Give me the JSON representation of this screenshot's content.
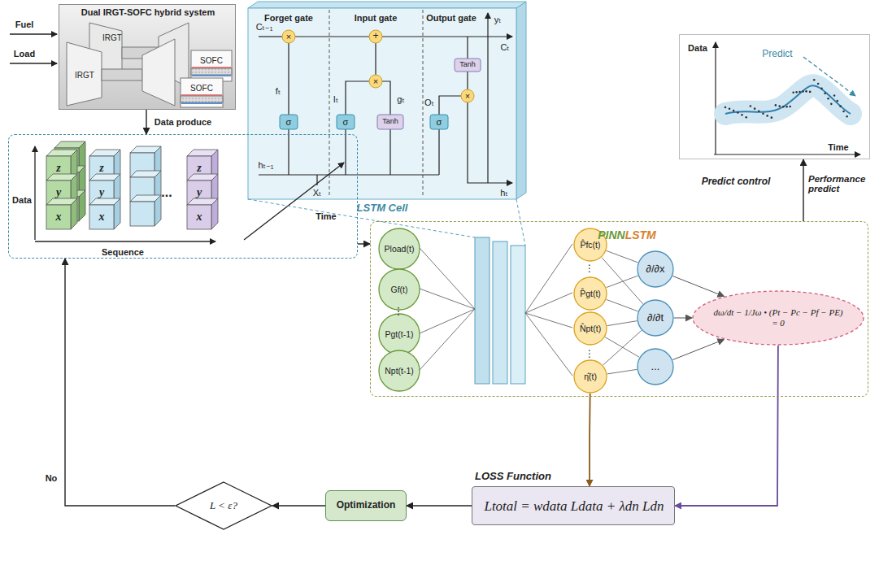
{
  "diagram": {
    "nodes": [
      {
        "text": [
          "Dual IRGT-SOFC hybrid system"
        ]
      },
      {
        "text": [
          "Forget gate",
          "Input gate",
          "Output gate",
          "LSTM Cell"
        ]
      },
      {
        "text": [
          "Data",
          "Sequence",
          "Time"
        ]
      },
      {
        "text": [
          "PINN",
          "LSTM"
        ]
      },
      {
        "text": [
          "Pload(t)"
        ],
        "in": 3
      },
      {
        "text": [
          "Gf(t)"
        ],
        "in": 3
      },
      {
        "text": [
          "Pgt(t-1)"
        ],
        "in": 3
      },
      {
        "text": [
          "Npt(t-1)"
        ],
        "in": 3
      },
      {
        "text": [
          "P̂fc(t)"
        ],
        "in": 3
      },
      {
        "text": [
          "P̂gt(t)"
        ],
        "in": 3
      },
      {
        "text": [
          "N̂pt(t)"
        ],
        "in": 3
      },
      {
        "text": [
          "η̂(t)"
        ],
        "in": 3
      },
      {
        "text": [
          "∂/∂x"
        ],
        "in": 3
      },
      {
        "text": [
          "∂/∂t"
        ],
        "in": 3
      },
      {
        "text": [
          "..."
        ],
        "in": 3
      },
      {
        "text": [
          "dω/dt − 1/Jω • (Pt − Pc − Pf − PE) = 0"
        ],
        "in": 3
      },
      {
        "text": [
          "LOSS Function",
          "Ltotal = wdata Ldata + λdn Ldn"
        ]
      },
      {
        "text": [
          "Optimization"
        ]
      },
      {
        "text": [
          "L < ε?"
        ]
      },
      {
        "text": [
          "Data",
          "Predict",
          "Time"
        ]
      }
    ],
    "edges": [
      {
        "from": 0,
        "to": 2,
        "arrow": "to",
        "label": "Data produce"
      },
      {
        "from": 2,
        "to": 3,
        "arrow": "to"
      },
      {
        "from": 8,
        "to": 12,
        "arrow": "none"
      },
      {
        "from": 8,
        "to": 13,
        "arrow": "none"
      },
      {
        "from": 9,
        "to": 12,
        "arrow": "none"
      },
      {
        "from": 9,
        "to": 13,
        "arrow": "none"
      },
      {
        "from": 10,
        "to": 13,
        "arrow": "none"
      },
      {
        "from": 10,
        "to": 14,
        "arrow": "none"
      },
      {
        "from": 11,
        "to": 13,
        "arrow": "none"
      },
      {
        "from": 11,
        "to": 14,
        "arrow": "none"
      },
      {
        "from": 12,
        "to": 15,
        "arrow": "to"
      },
      {
        "from": 13,
        "to": 15,
        "arrow": "to"
      },
      {
        "from": 14,
        "to": 15,
        "arrow": "to"
      },
      {
        "from": 11,
        "to": 16,
        "arrow": "to"
      },
      {
        "from": 15,
        "to": 16,
        "arrow": "to"
      },
      {
        "from": 16,
        "to": 17,
        "arrow": "to"
      },
      {
        "from": 17,
        "to": 18,
        "arrow": "to"
      },
      {
        "from": 18,
        "to": 2,
        "arrow": "to",
        "label": "No"
      },
      {
        "from": 3,
        "to": 19,
        "arrow": "to",
        "label": "Performance predict"
      }
    ],
    "labels": [
      "Fuel",
      "Load",
      "IRGT",
      "IRGT",
      "SOFC",
      "SOFC",
      "Cₜ₋₁",
      "fₜ",
      "σ",
      "×",
      "Iₜ",
      "σ",
      "gₜ",
      "Tanh",
      "×",
      "+",
      "Oₜ",
      "σ",
      "Tanh",
      "×",
      "yₜ",
      "Cₜ",
      "hₜ₋₁",
      "Xₜ",
      "hₜ",
      "z",
      "y",
      "x",
      "z",
      "y",
      "x",
      "...",
      "z",
      "y",
      "x",
      "⋮",
      "⋮",
      "⋮",
      "Predict control"
    ]
  }
}
